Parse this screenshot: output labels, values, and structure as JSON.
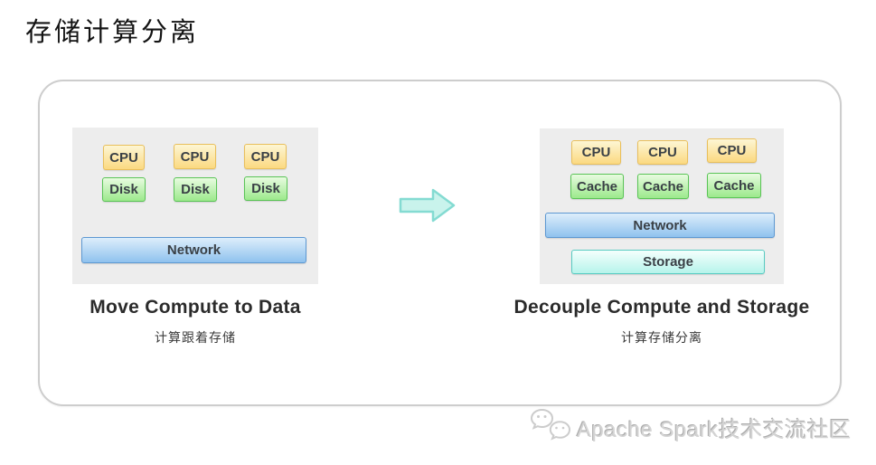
{
  "page_title": "存储计算分离",
  "panels": {
    "left": {
      "caption": "Move Compute to Data",
      "subcaption": "计算跟着存储",
      "cpus": [
        "CPU",
        "CPU",
        "CPU"
      ],
      "disks": [
        "Disk",
        "Disk",
        "Disk"
      ],
      "network": "Network"
    },
    "right": {
      "caption": "Decouple Compute and Storage",
      "subcaption": "计算存储分离",
      "cpus": [
        "CPU",
        "CPU",
        "CPU"
      ],
      "caches": [
        "Cache",
        "Cache",
        "Cache"
      ],
      "network": "Network",
      "storage": "Storage"
    }
  },
  "arrow": {
    "icon": "right-arrow-icon",
    "fill": "#c9f3ec",
    "stroke": "#84dbd2"
  },
  "watermark": {
    "icon": "wechat-icon",
    "text": "Apache Spark技术交流社区"
  },
  "colors": {
    "cpu_fill_top": "#fdf6d4",
    "cpu_fill_bottom": "#fbd981",
    "cpu_border": "#e9bf5b",
    "disk_cache_fill_top": "#e8fbe0",
    "disk_cache_fill_bottom": "#9ce98c",
    "disk_cache_border": "#5ac456",
    "network_fill_top": "#ddeefb",
    "network_fill_bottom": "#8fc2ee",
    "network_border": "#5d98d2",
    "storage_fill_top": "#f4fffd",
    "storage_fill_bottom": "#b6f4eb",
    "storage_border": "#58cbc2",
    "panel_bg": "#ededed",
    "frame_border": "#cdcdcd",
    "watermark_gray": "#d4d4d4"
  }
}
